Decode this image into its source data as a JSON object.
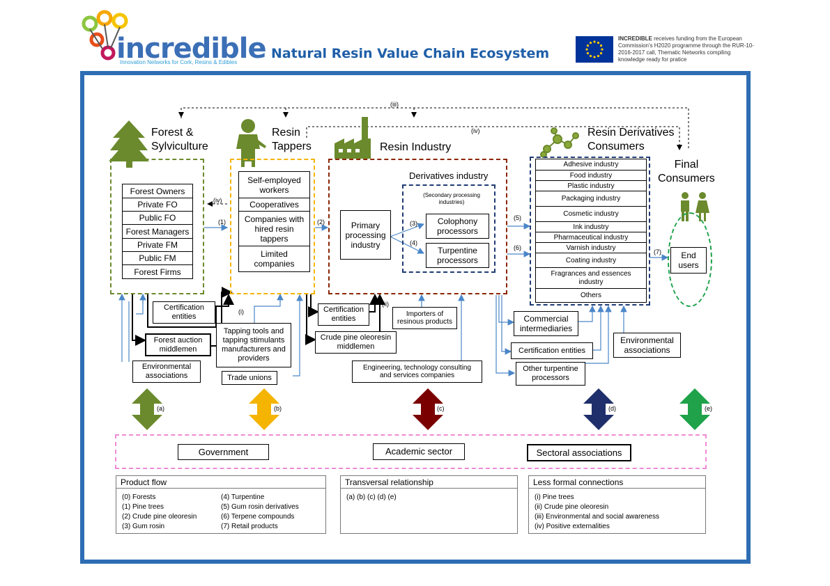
{
  "header": {
    "logo_word": "incredible",
    "logo_tagline": "Innovation Networks for Cork, Resins & Edibles",
    "title": "Natural Resin Value Chain Ecosystem",
    "eu_text_bold": "INCREDIBLE",
    "eu_text": " receives funding from the European Commission's H2020 programme through the RUR-10-2016-2017 call, Thematic Networks compiling knowledge ready for pratice"
  },
  "colors": {
    "frame": "#2e6db4",
    "forest": "#6b8a2d",
    "tappers": "#f4b400",
    "industry": "#8b2500",
    "derivatives": "#1f3b73",
    "final": "#1fa24a",
    "transversal": "#f08bd6",
    "connector": "#4a86c8"
  },
  "sections": {
    "forest": "Forest &\nSylviculture",
    "tappers": "Resin\nTappers",
    "industry": "Resin Industry",
    "derivatives": "Resin Derivatives\nConsumers",
    "final": "Final\nConsumers"
  },
  "forest_list": [
    "Forest Owners",
    "Private FO",
    "Public FO",
    "Forest Managers",
    "Private FM",
    "Public FM",
    "Forest Firms"
  ],
  "tappers_list": [
    "Self-employed workers",
    "Cooperatives",
    "Companies with hired resin tappers",
    "Limited companies"
  ],
  "industry": {
    "derivatives_title": "Derivatives industry",
    "secondary_note": "(Secondary processing industries)",
    "primary": "Primary processing industry",
    "colophony": "Colophony processors",
    "turpentine": "Turpentine processors"
  },
  "consumers_list": [
    "Adhesive industry",
    "Food industry",
    "Plastic industry",
    "Packaging industry",
    "Cosmetic industry",
    "Ink industry",
    "Pharmaceutical industry",
    "Varnish industry",
    "Coating industry",
    "Fragrances and essences industry",
    "Others"
  ],
  "end_users": "End users",
  "support": {
    "cert_forest": "Certification entities",
    "forest_auction": "Forest auction middlemen",
    "env_forest": "Environmental associations",
    "tapping_tools": "Tapping tools and tapping stimulants manufacturers and providers",
    "trade_unions": "Trade unions",
    "cert_industry": "Certification entities",
    "crude_middlemen": "Crude pine oleoresin middlemen",
    "importers": "Importers of resinous products",
    "engineering": "Engineering, technology consulting and services  companies",
    "commercial": "Commercial intermediaries",
    "cert_deriv": "Certification entities",
    "other_turp": "Other turpentine processors",
    "env_deriv": "Environmental associations"
  },
  "flow_labels": {
    "f1": "(1)",
    "f2": "(2)",
    "f3": "(3)",
    "f4": "(4)",
    "f5": "(5)",
    "f6": "(6)",
    "f7": "(7)",
    "i": "(i)",
    "ii": "(ii)",
    "iii": "(iii)",
    "iv_top": "(iv)",
    "iv_left": "(iv)"
  },
  "arrow_labels": [
    "(a)",
    "(b)",
    "(c)",
    "(d)",
    "(e)"
  ],
  "transversal": [
    "Government",
    "Academic sector",
    "Sectoral associations"
  ],
  "legend": {
    "product_title": "Product flow",
    "product_col1": [
      "(0)    Forests",
      "(1)    Pine trees",
      "(2)    Crude pine oleoresin",
      "(3)    Gum rosin"
    ],
    "product_col2": [
      "(4)    Turpentine",
      "(5)    Gum rosin derivatives",
      "(6)    Terpene compounds",
      "(7)    Retail products"
    ],
    "transversal_title": "Transversal relationship",
    "transversal_text": "(a) (b) (c) (d) (e)",
    "less_title": "Less formal connections",
    "less_items": [
      "(i)        Pine trees",
      "(ii)       Crude pine oleoresin",
      "(iii)      Environmental and social awareness",
      "(iv)      Positive externalities"
    ]
  }
}
